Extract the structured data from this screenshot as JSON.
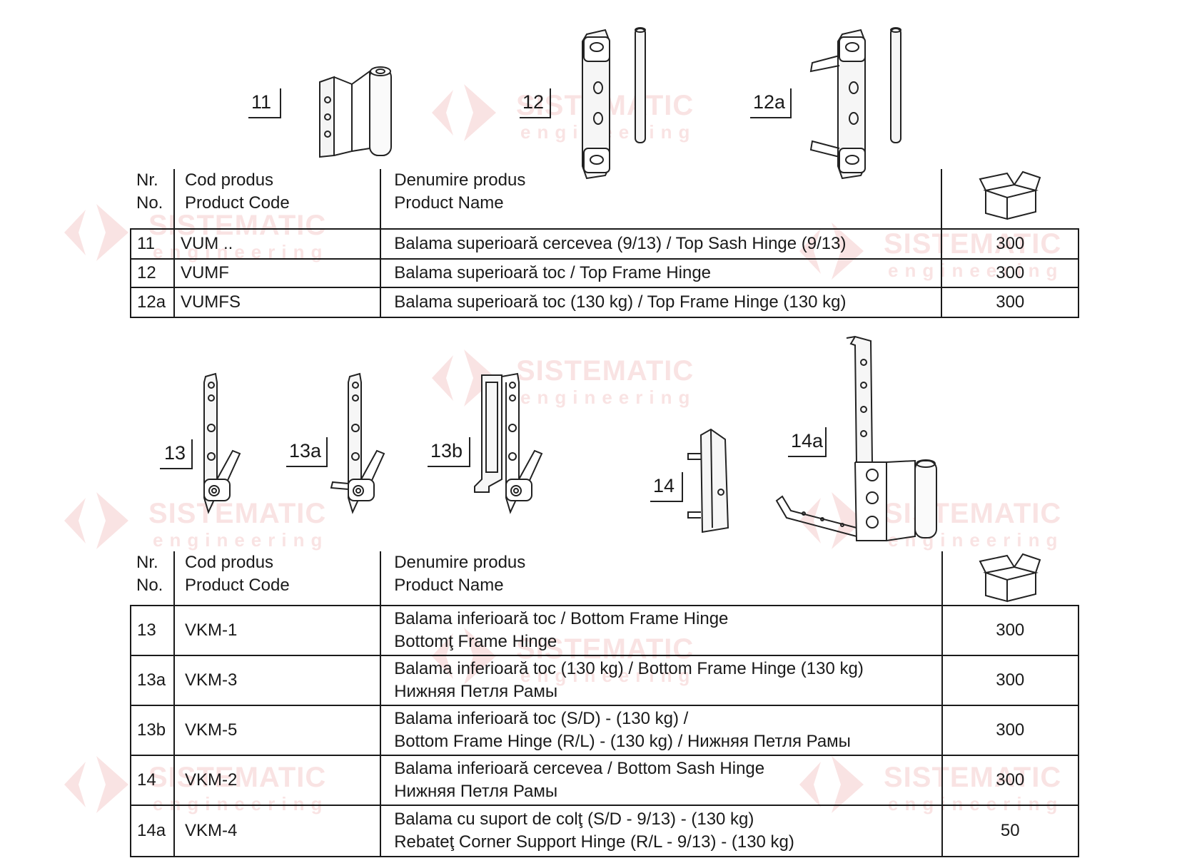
{
  "watermark": {
    "name": "SISTEMATIC",
    "sub": "engineering"
  },
  "section_top": {
    "item_labels": [
      "11",
      "12",
      "12a"
    ],
    "header": {
      "nr": [
        "Nr.",
        "No."
      ],
      "code": [
        "Cod produs",
        "Product Code"
      ],
      "name": [
        "Denumire produs",
        "Product Name"
      ],
      "qty_icon": "box-icon"
    },
    "rows": [
      {
        "nr": "11",
        "code": "VUM ..",
        "name": [
          "Balama superioară cercevea (9/13) / Top Sash Hinge (9/13)"
        ],
        "qty": "300"
      },
      {
        "nr": "12",
        "code": "VUMF",
        "name": [
          "Balama superioară toc / Top Frame Hinge"
        ],
        "qty": "300"
      },
      {
        "nr": "12a",
        "code": "VUMFS",
        "name": [
          "Balama superioară toc (130 kg) / Top Frame Hinge (130 kg)"
        ],
        "qty": "300"
      }
    ]
  },
  "section_bottom": {
    "item_labels": [
      "13",
      "13a",
      "13b",
      "14",
      "14a"
    ],
    "header": {
      "nr": [
        "Nr.",
        "No."
      ],
      "code": [
        "Cod produs",
        "Product Code"
      ],
      "name": [
        "Denumire produs",
        "Product Name"
      ],
      "qty_icon": "box-icon"
    },
    "rows": [
      {
        "nr": "13",
        "code": "VKM-1",
        "name": [
          "Balama inferioară toc / Bottom Frame Hinge",
          "Bottomţ Frame Hinge"
        ],
        "qty": "300"
      },
      {
        "nr": "13a",
        "code": "VKM-3",
        "name": [
          "Balama inferioară toc (130 kg) / Bottom Frame Hinge (130 kg)",
          "Нижняя Петля Рамы"
        ],
        "qty": "300"
      },
      {
        "nr": "13b",
        "code": "VKM-5",
        "name": [
          "Balama inferioară toc (S/D) - (130 kg) /",
          "Bottom Frame Hinge (R/L) - (130 kg) / Нижняя Петля Рамы"
        ],
        "qty": "300"
      },
      {
        "nr": "14",
        "code": "VKM-2",
        "name": [
          "Balama inferioară cercevea / Bottom Sash Hinge",
          "Нижняя Петля Рамы"
        ],
        "qty": "300"
      },
      {
        "nr": "14a",
        "code": "VKM-4",
        "name": [
          "Balama cu suport de colţ (S/D - 9/13) - (130 kg)",
          "Rebateţ Corner Support Hinge (R/L - 9/13) - (130 kg)"
        ],
        "qty": "50"
      }
    ]
  }
}
